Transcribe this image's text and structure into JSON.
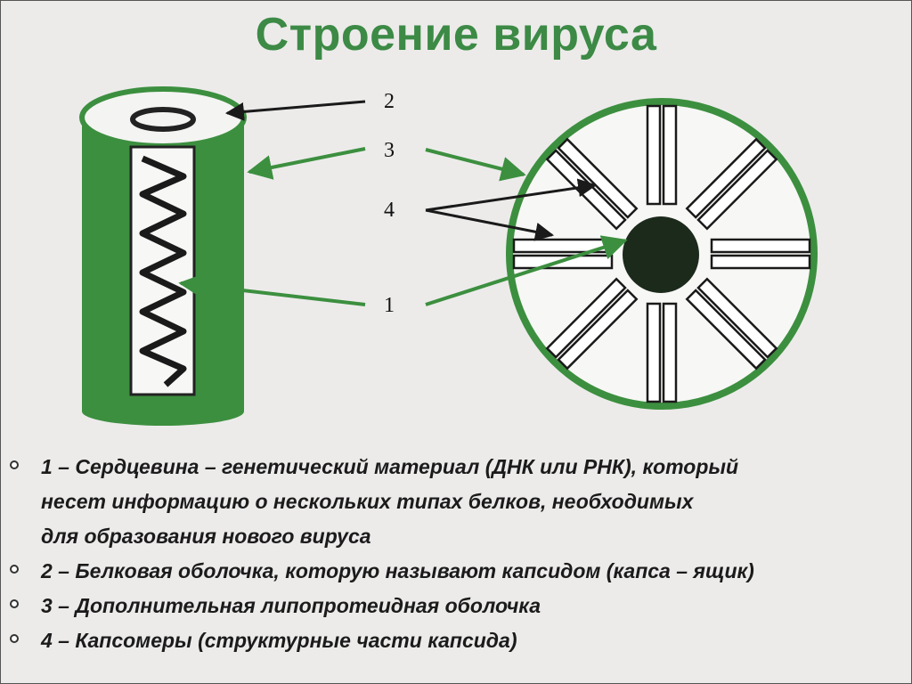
{
  "title": "Строение вируса",
  "labels": {
    "n1": "1",
    "n2": "2",
    "n3": "3",
    "n4": "4"
  },
  "legend": [
    {
      "lines": [
        "1 – Сердцевина – генетический материал (ДНК или РНК), который",
        "несет информацию о нескольких типах белков, необходимых",
        "для образования нового вируса"
      ]
    },
    {
      "lines": [
        "2 – Белковая оболочка, которую называют капсидом (капса – ящик)"
      ]
    },
    {
      "lines": [
        "3 – Дополнительная липопротеидная оболочка"
      ]
    },
    {
      "lines": [
        "4 – Капсомеры (структурные части капсида)"
      ]
    }
  ],
  "colors": {
    "green": "#3c8f3f",
    "title": "#3c8a45",
    "dark_core": "#1c2a1c",
    "ink": "#1a1a1a"
  }
}
